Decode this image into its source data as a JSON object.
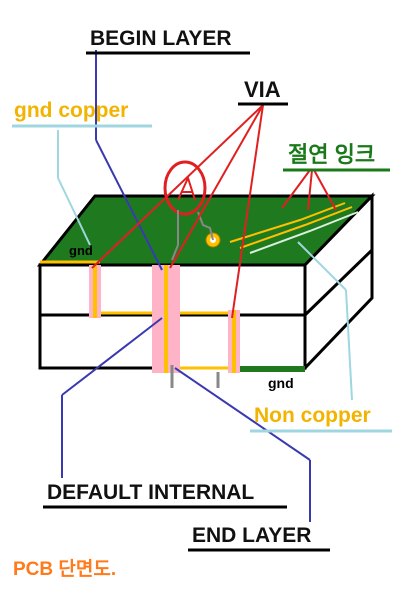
{
  "labels": {
    "begin_layer": "BEGIN LAYER",
    "via": "VIA",
    "gnd_copper": "gnd copper",
    "insulating_ink": "절연 잉크",
    "gnd_top": "gnd",
    "gnd_bottom": "gnd",
    "non_copper": "Non copper",
    "default_internal": "DEFAULT INTERNAL",
    "end_layer": "END LAYER",
    "caption": "PCB 단면도."
  },
  "colors": {
    "board_top": "#1f7a1f",
    "copper": "#ffc000",
    "via_barrel": "#ffb3c6",
    "leader_red": "#e02020",
    "leader_blue": "#3a3ab0",
    "leader_cyan": "#9fd6e0",
    "label_orange_yellow": "#f2b400",
    "label_green": "#1a7a1a",
    "caption_orange": "#ff7a1a"
  }
}
